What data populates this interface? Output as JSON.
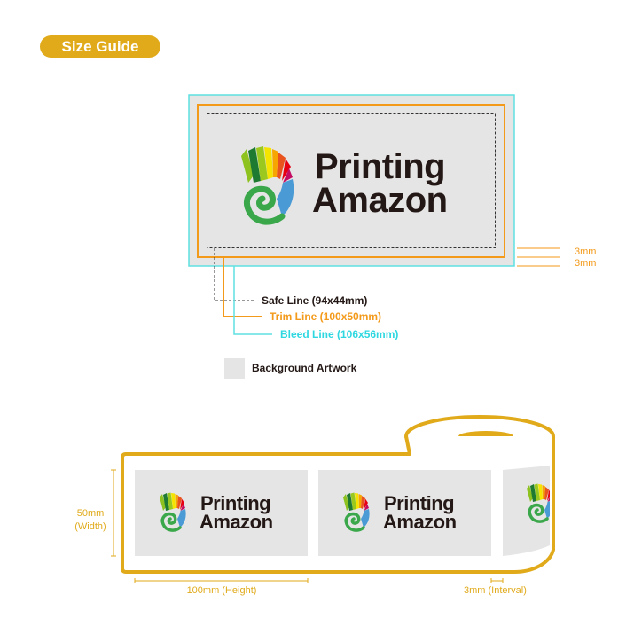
{
  "header": {
    "title": "Size Guide"
  },
  "logo": {
    "line1": "Printing",
    "line2": "Amazon"
  },
  "spec": {
    "margins": [
      "3mm",
      "3mm"
    ],
    "safe_line": "Safe Line (94x44mm)",
    "trim_line": "Trim Line (100x50mm)",
    "bleed_line": "Bleed Line (106x56mm)",
    "background": "Background Artwork"
  },
  "roll": {
    "width_label": "50mm",
    "width_sub": "(Width)",
    "height_label": "100mm (Height)",
    "interval_label": "3mm (Interval)"
  },
  "colors": {
    "gold": "#e0aa1a",
    "trim": "#f39a1a",
    "bleed": "#5ee0e0",
    "artwork": "#e5e5e5",
    "text": "#231815"
  }
}
